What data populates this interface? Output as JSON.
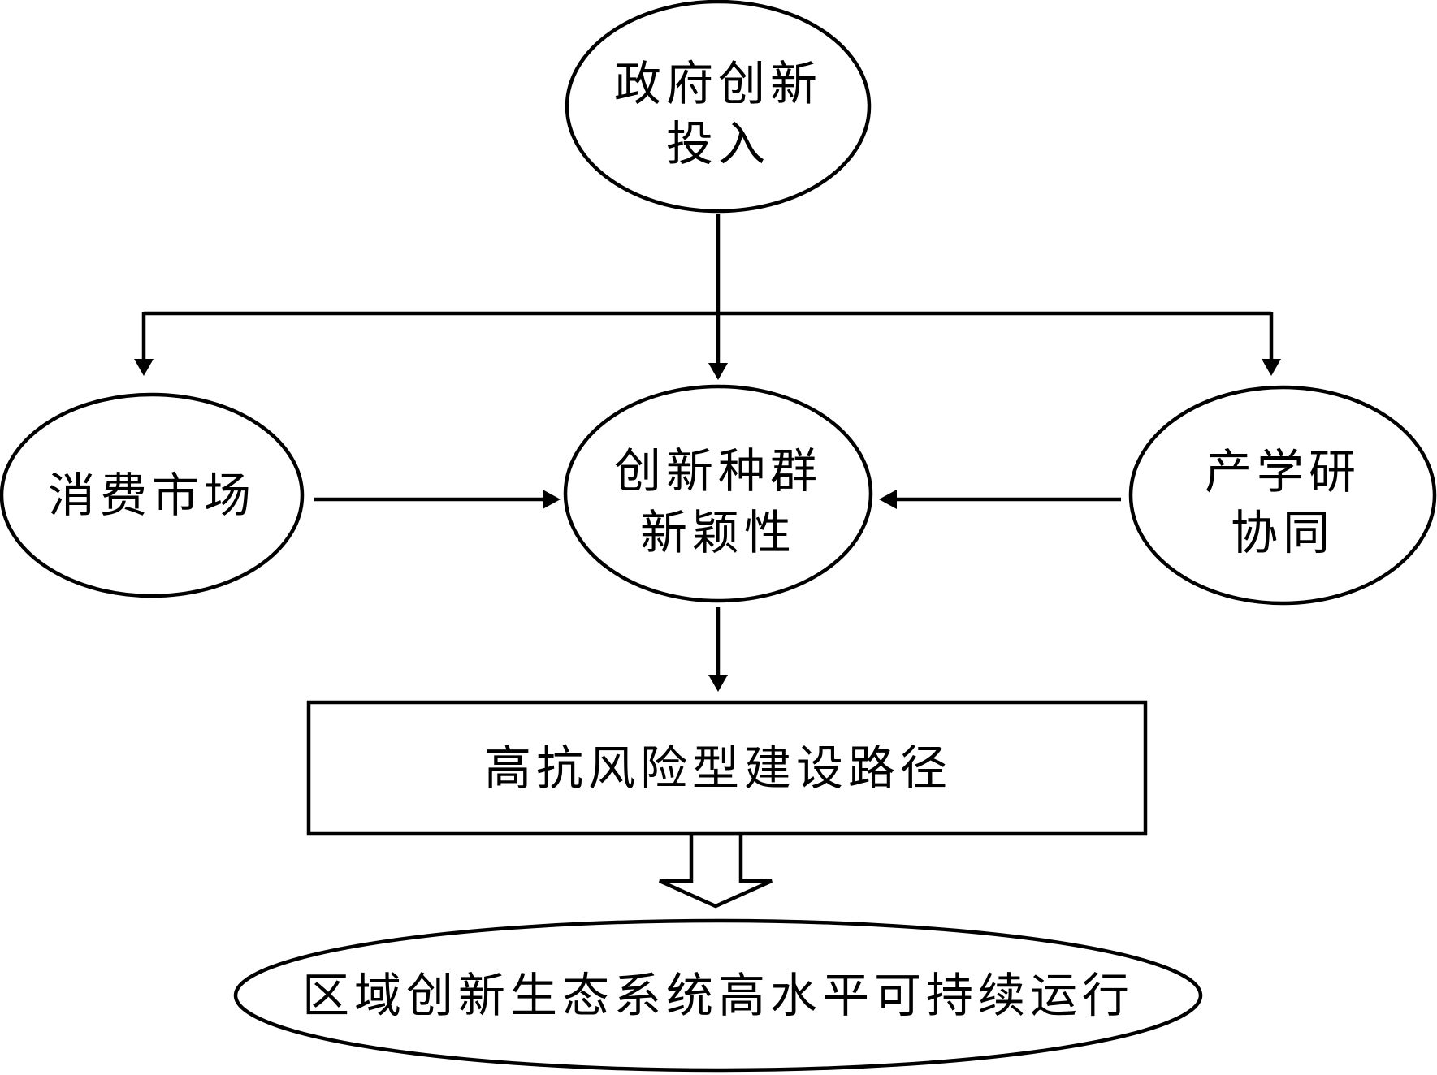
{
  "nodes": {
    "gov": {
      "lines": [
        "政府创新",
        "投入"
      ]
    },
    "consumer": {
      "lines": [
        "消费市场"
      ]
    },
    "core": {
      "lines": [
        "创新种群",
        "新颖性"
      ]
    },
    "iur": {
      "lines": [
        "产学研",
        "协同"
      ]
    },
    "path": {
      "lines": [
        "高抗风险型建设路径"
      ]
    },
    "outcome": {
      "lines": [
        "区域创新生态系统高水平可持续运行"
      ]
    }
  },
  "colors": {
    "stroke": "#000000",
    "fill": "#ffffff"
  }
}
